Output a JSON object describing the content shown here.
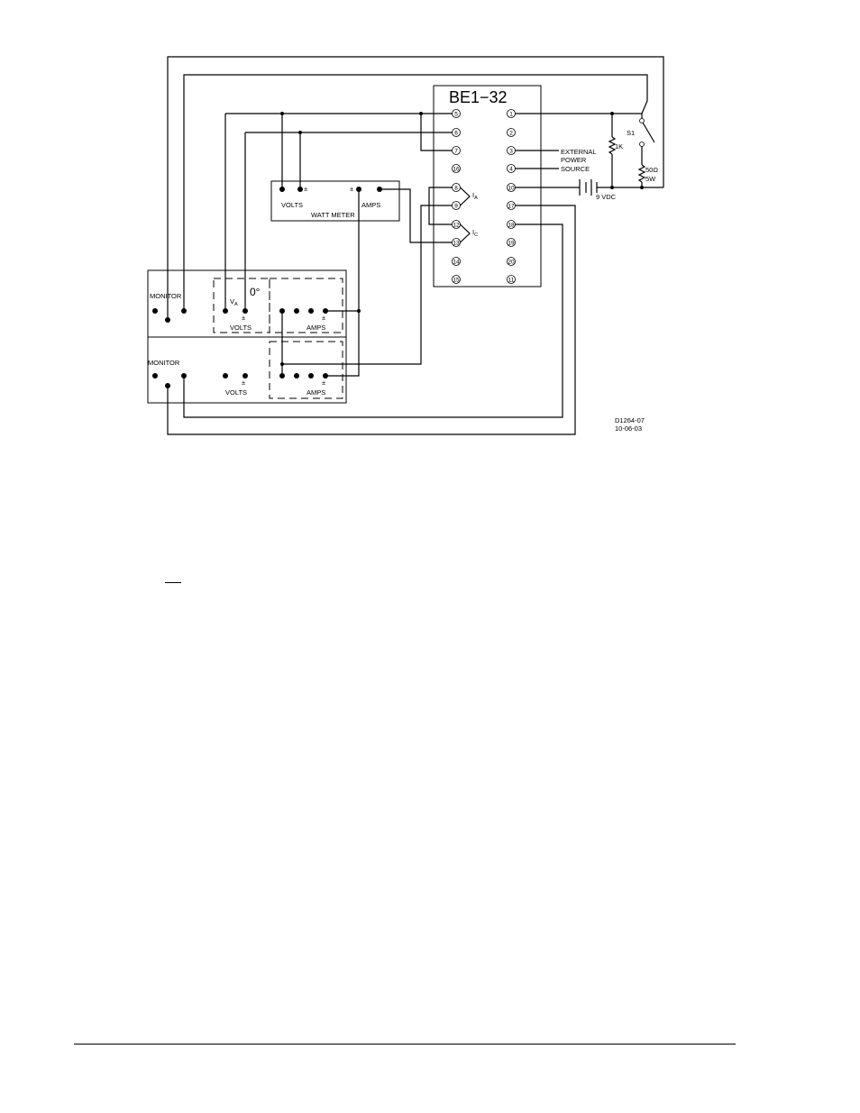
{
  "diagram": {
    "relay_title": "BE1−32",
    "relay_terminals_left": [
      "5",
      "6",
      "7",
      "16",
      "8",
      "9",
      "12",
      "13",
      "14",
      "15"
    ],
    "relay_terminals_right": [
      "1",
      "2",
      "3",
      "4",
      "10",
      "17",
      "18",
      "19",
      "20",
      "11"
    ],
    "current_labels": {
      "ia": "I",
      "ia_sub": "A",
      "ic": "I",
      "ic_sub": "C"
    },
    "external_source": [
      "EXTERNAL",
      "POWER",
      "SOURCE"
    ],
    "switch_label": "S1",
    "resistor_1k": "1K",
    "resistor_50": [
      "50Ω",
      "5W"
    ],
    "battery_label": "9 VDC",
    "watt_meter": {
      "title": "WATT METER",
      "volts": "VOLTS",
      "amps": "AMPS",
      "pm": "±"
    },
    "source_top": {
      "monitor": "MONITOR",
      "va": "V",
      "va_sub": "A",
      "angle": "0°",
      "volts": "VOLTS",
      "amps": "AMPS",
      "pm": "±"
    },
    "source_bottom": {
      "monitor": "MONITOR",
      "volts": "VOLTS",
      "amps": "AMPS",
      "pm": "±"
    },
    "drawing_number": "D1264-07",
    "drawing_date": "10-06-03"
  }
}
